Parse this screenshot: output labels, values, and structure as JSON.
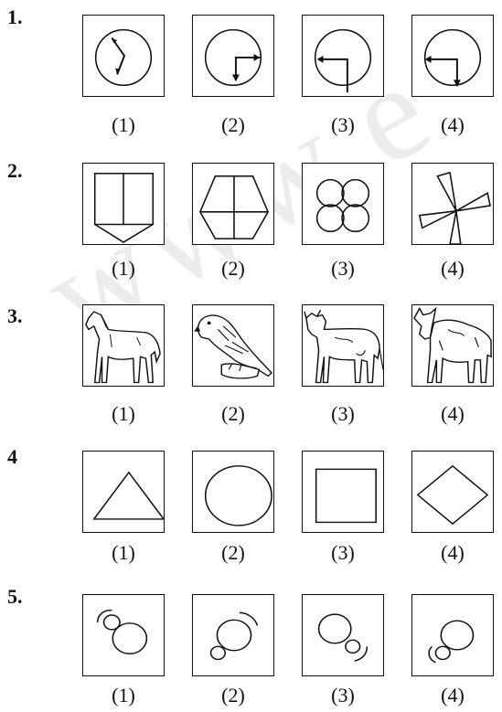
{
  "questions": [
    {
      "number": "1.",
      "options": [
        "(1)",
        "(2)",
        "(3)",
        "(4)"
      ],
      "figures": [
        "clock-arrows-1",
        "clock-arrows-2",
        "clock-arrows-3",
        "clock-arrows-4"
      ]
    },
    {
      "number": "2.",
      "options": [
        "(1)",
        "(2)",
        "(3)",
        "(4)"
      ],
      "figures": [
        "pentagon-divided",
        "hexagon-quartered",
        "four-circles",
        "pinwheel"
      ]
    },
    {
      "number": "3.",
      "options": [
        "(1)",
        "(2)",
        "(3)",
        "(4)"
      ],
      "figures": [
        "horse",
        "parrot",
        "cow",
        "bull"
      ]
    },
    {
      "number": "4",
      "options": [
        "(1)",
        "(2)",
        "(3)",
        "(4)"
      ],
      "figures": [
        "triangle",
        "circle",
        "square",
        "diamond"
      ]
    },
    {
      "number": "5.",
      "options": [
        "(1)",
        "(2)",
        "(3)",
        "(4)"
      ],
      "figures": [
        "circles-arc-1",
        "circles-arc-2",
        "circles-arc-3",
        "circles-arc-4"
      ]
    }
  ],
  "watermark": "www.e"
}
